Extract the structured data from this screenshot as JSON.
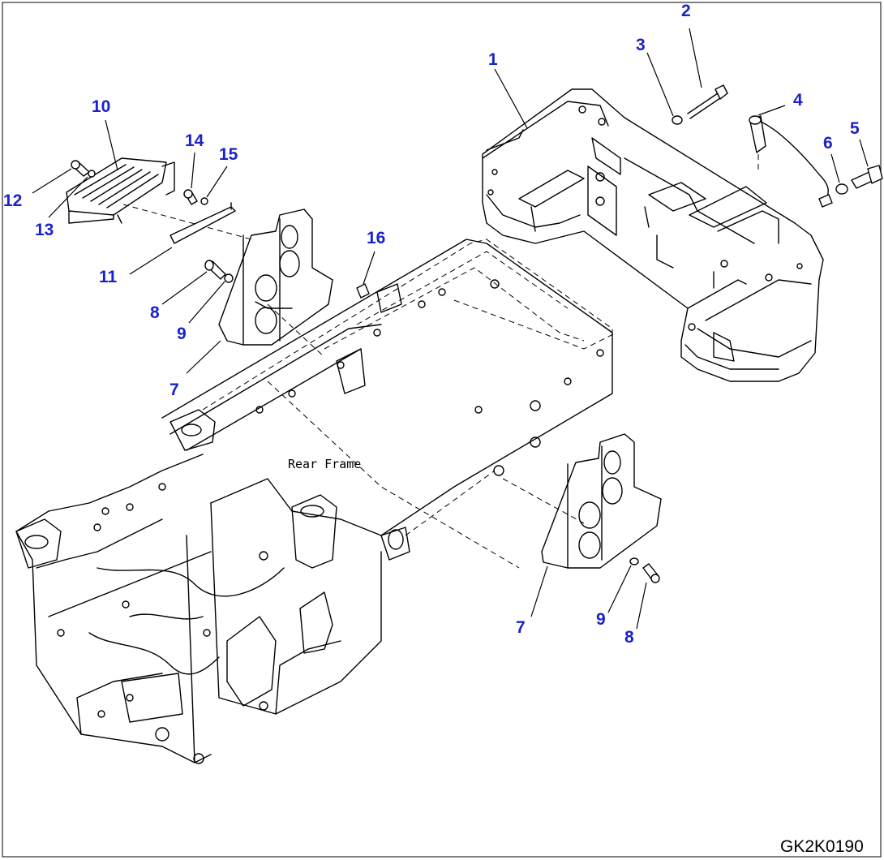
{
  "diagram": {
    "drawing_number": "GK2K0190",
    "frame_label": "Rear Frame",
    "callouts": [
      {
        "id": "c1",
        "text": "1"
      },
      {
        "id": "c2",
        "text": "2"
      },
      {
        "id": "c3",
        "text": "3"
      },
      {
        "id": "c4",
        "text": "4"
      },
      {
        "id": "c5",
        "text": "5"
      },
      {
        "id": "c6",
        "text": "6"
      },
      {
        "id": "c7a",
        "text": "7"
      },
      {
        "id": "c7b",
        "text": "7"
      },
      {
        "id": "c8a",
        "text": "8"
      },
      {
        "id": "c8b",
        "text": "8"
      },
      {
        "id": "c9a",
        "text": "9"
      },
      {
        "id": "c9b",
        "text": "9"
      },
      {
        "id": "c10",
        "text": "10"
      },
      {
        "id": "c11",
        "text": "11"
      },
      {
        "id": "c12",
        "text": "12"
      },
      {
        "id": "c13",
        "text": "13"
      },
      {
        "id": "c14",
        "text": "14"
      },
      {
        "id": "c15",
        "text": "15"
      },
      {
        "id": "c16",
        "text": "16"
      }
    ],
    "colors": {
      "callout": "#1a22c8",
      "line": "#000000",
      "background": "#ffffff"
    }
  }
}
